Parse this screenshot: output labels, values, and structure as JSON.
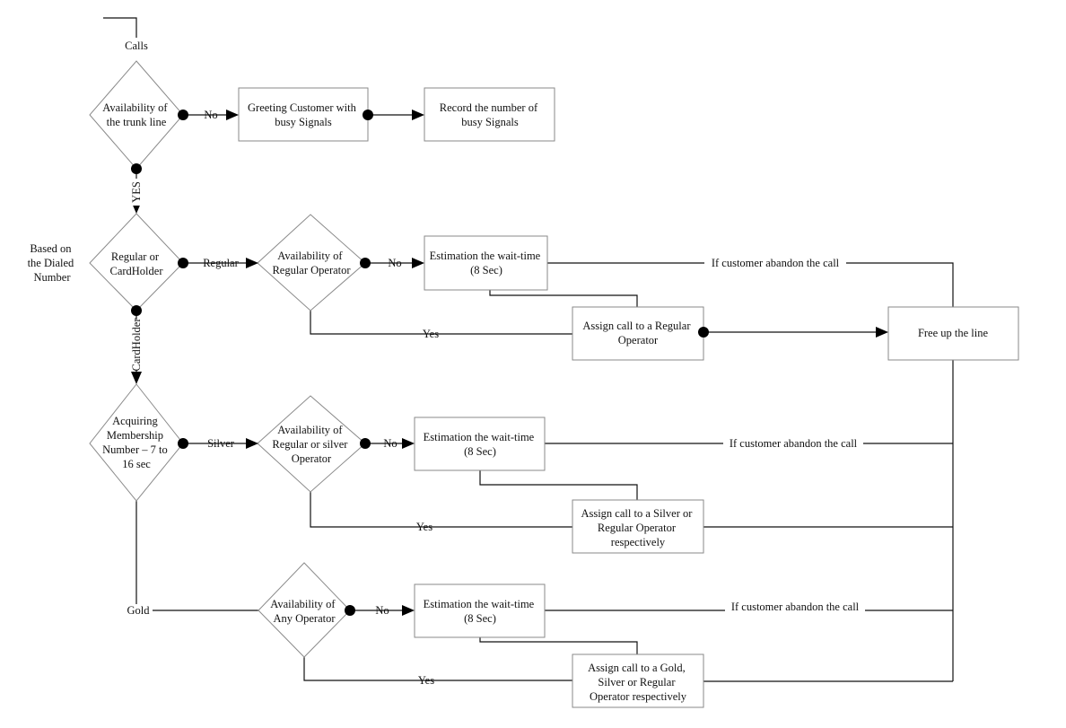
{
  "nodes": {
    "calls": "Calls",
    "trunk": [
      "Availability of",
      "the trunk line"
    ],
    "greeting": [
      "Greeting Customer with",
      "busy Signals"
    ],
    "record": [
      "Record the number of",
      "busy Signals"
    ],
    "dialed_note": [
      "Based on",
      "the Dialed",
      "Number"
    ],
    "reg_or_card": [
      "Regular or",
      "CardHolder"
    ],
    "avail_regular": [
      "Availability of",
      "Regular Operator"
    ],
    "est1": [
      "Estimation the wait-time",
      "(8 Sec)"
    ],
    "assign_regular": [
      "Assign call to a Regular",
      "Operator"
    ],
    "free_line": "Free up the line",
    "acquiring": [
      "Acquiring",
      "Membership",
      "Number – 7 to",
      "16 sec"
    ],
    "avail_reg_silver": [
      "Availability of",
      "Regular or silver",
      "Operator"
    ],
    "est2": [
      "Estimation the wait-time",
      "(8 Sec)"
    ],
    "assign_silver": [
      "Assign call to a Silver or",
      "Regular Operator",
      "respectively"
    ],
    "avail_any": [
      "Availability of",
      "Any Operator"
    ],
    "est3": [
      "Estimation the wait-time",
      "(8 Sec)"
    ],
    "assign_gold": [
      "Assign call to a Gold,",
      "Silver or Regular",
      "Operator respectively"
    ]
  },
  "edge_labels": {
    "trunk_no": "No",
    "trunk_yes": "YES",
    "regular": "Regular",
    "cardholder": "CardHolder",
    "reg_no": "No",
    "reg_yes": "Yes",
    "abandon1": "If customer abandon the call",
    "silver": "Silver",
    "silver_no": "No",
    "silver_yes": "Yes",
    "abandon2": "If customer abandon the call",
    "gold": "Gold",
    "any_no": "No",
    "any_yes": "Yes",
    "abandon3": "If customer abandon the call"
  }
}
